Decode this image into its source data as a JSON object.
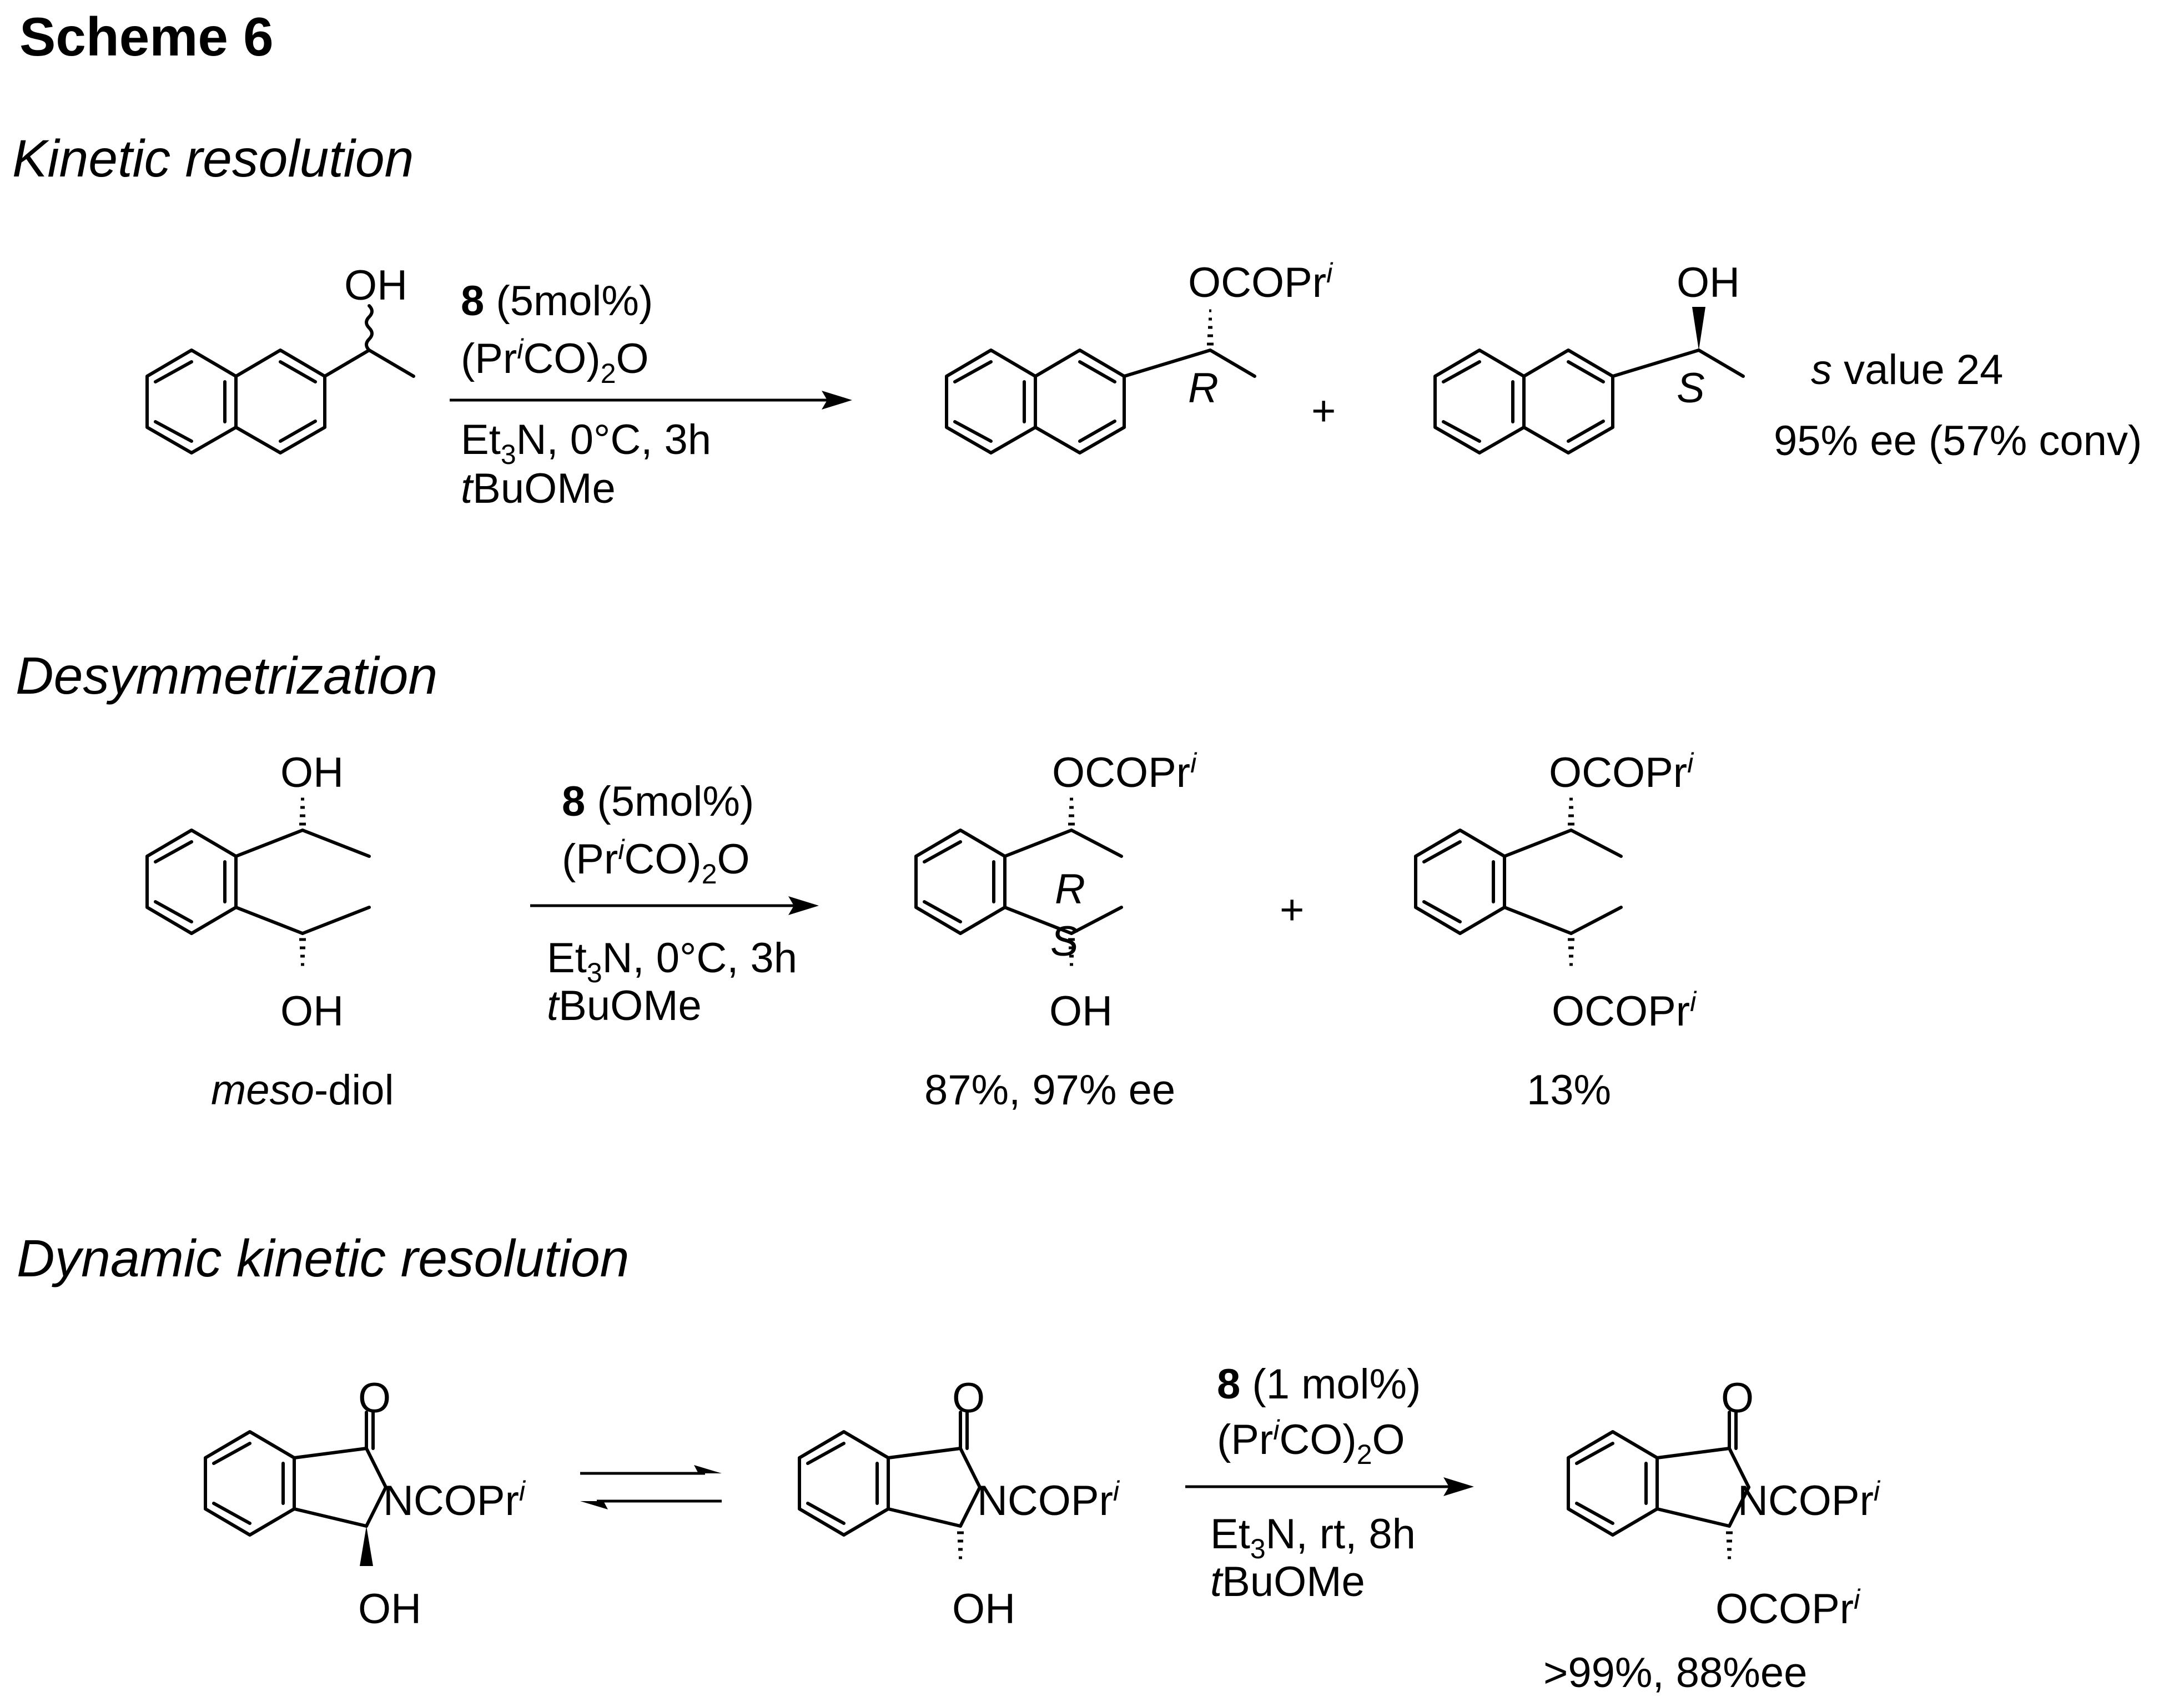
{
  "title": "Scheme 6",
  "sections": {
    "kinetic": {
      "heading": "Kinetic resolution",
      "start_oh": "OH",
      "cat_num": "8",
      "cat_amt": " (5mol%)",
      "reagent_a": "(Pr",
      "reagent_i": "i",
      "reagent_b": "CO)",
      "reagent_sub": "2",
      "reagent_c": "O",
      "cond_a": "Et",
      "cond_sub": "3",
      "cond_b": "N, 0°C, 3h",
      "solvent_t": "t",
      "solvent_rest": "BuOMe",
      "prod1_group": "OCOPr",
      "prod1_sup": "i",
      "prod1_config": "R",
      "plus": "+",
      "prod2_oh": "OH",
      "prod2_config": "S",
      "s_label": "s",
      "s_value": " value 24",
      "ee_result": "95% ee (57% conv)"
    },
    "desym": {
      "heading": "Desymmetrization",
      "start_oh_top": "OH",
      "start_oh_bottom": "OH",
      "start_caption_it": "meso",
      "start_caption_rest": "-diol",
      "cat_num": "8",
      "cat_amt": " (5mol%)",
      "reagent_a": "(Pr",
      "reagent_i": "i",
      "reagent_b": "CO)",
      "reagent_sub": "2",
      "reagent_c": "O",
      "cond_a": "Et",
      "cond_sub": "3",
      "cond_b": "N, 0°C, 3h",
      "solvent_t": "t",
      "solvent_rest": "BuOMe",
      "prod1_group": "OCOPr",
      "prod1_sup": "i",
      "prod1_config_r": "R",
      "prod1_config_s": "S",
      "prod1_oh": "OH",
      "prod1_yield": "87%,  97% ee",
      "plus": "+",
      "prod2_group_top": "OCOPr",
      "prod2_sup_top": "i",
      "prod2_group_bottom": "OCOPr",
      "prod2_sup_bottom": "i",
      "prod2_yield": "13%"
    },
    "dkr": {
      "heading": "Dynamic kinetic resolution",
      "carbonyl_o": "O",
      "n_group": "NCOPr",
      "n_sup": "i",
      "oh": "OH",
      "cat_num": "8",
      "cat_amt": " (1 mol%)",
      "reagent_a": "(Pr",
      "reagent_i": "i",
      "reagent_b": "CO)",
      "reagent_sub": "2",
      "reagent_c": "O",
      "cond_a": "Et",
      "cond_sub": "3",
      "cond_b": "N, rt, 8h",
      "solvent_t": "t",
      "solvent_rest": "BuOMe",
      "prod_group": "OCOPr",
      "prod_sup": "i",
      "prod_yield": ">99%, 88%ee"
    }
  }
}
